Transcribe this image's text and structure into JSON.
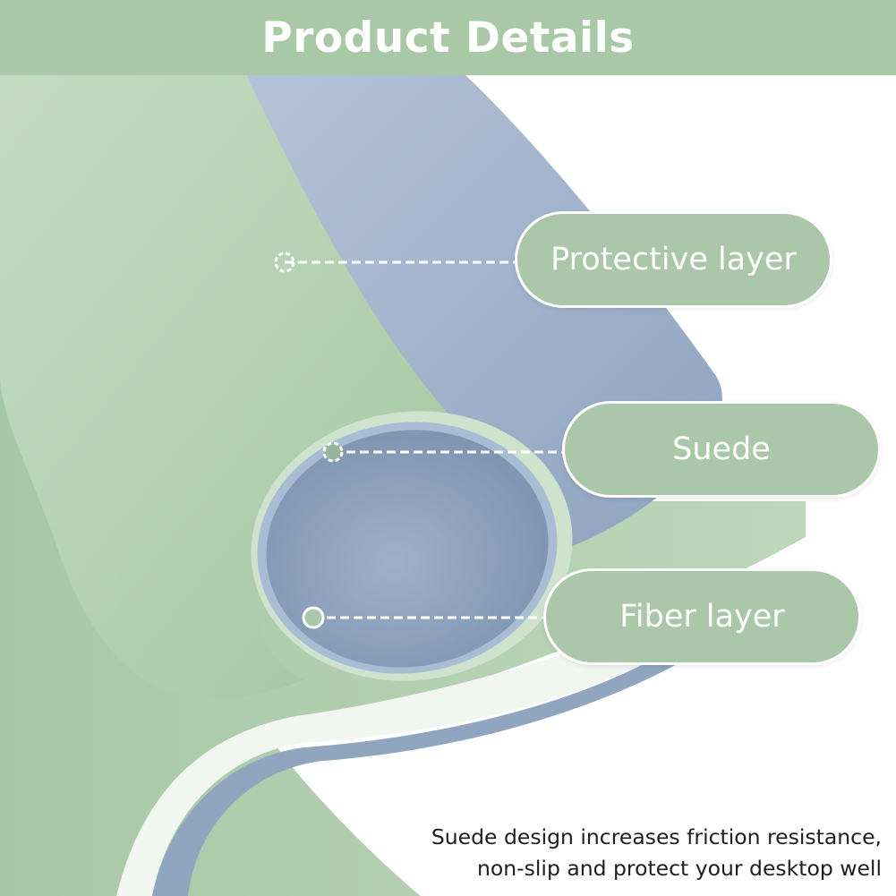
{
  "header": {
    "title": "Product Details"
  },
  "callouts": [
    {
      "label": "Protective layer"
    },
    {
      "label": "Suede"
    },
    {
      "label": "Fiber layer"
    }
  ],
  "caption": {
    "line1": "Suede design increases friction resistance,",
    "line2": "non-slip and protect your desktop well"
  },
  "colors": {
    "header_background": "#a8c8a6",
    "pill_background": "#abc7a9",
    "mat_green": "#b7d5b5",
    "mat_blue": "#8fa5c0"
  }
}
